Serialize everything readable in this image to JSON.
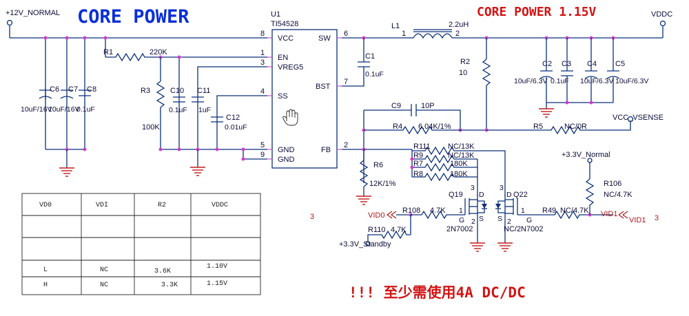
{
  "title": "CORE POWER",
  "title_right": "CORE POWER 1.15V",
  "warning": "!!! 至少需使用4A DC/DC",
  "nets": {
    "vin": "+12V_NORMAL",
    "vout": "VDDC",
    "vcc_sense": "VCC_VSENSE",
    "v33_normal": "+3.3V_Normal",
    "v33_standby": "+3.3V_Standby",
    "vid0": "VID0",
    "vid1": "VID1",
    "page_ref_left": "3",
    "page_ref_right": "3"
  },
  "ic": {
    "ref": "U1",
    "part": "TI54528",
    "pins_left": [
      {
        "num": "8",
        "name": "VCC"
      },
      {
        "num": "1",
        "name": "EN"
      },
      {
        "num": "3",
        "name": "VREG5"
      },
      {
        "num": "4",
        "name": "SS"
      },
      {
        "num": "5",
        "name": "GND"
      },
      {
        "num": "9",
        "name": "GND"
      }
    ],
    "pins_right": [
      {
        "num": "6",
        "name": "SW"
      },
      {
        "num": "7",
        "name": "BST"
      },
      {
        "num": "2",
        "name": "FB"
      }
    ]
  },
  "components": {
    "L1": {
      "ref": "L1",
      "value": "2.2uH",
      "p1": "1",
      "p2": "2"
    },
    "R1": {
      "ref": "R1",
      "value": "220K"
    },
    "R2": {
      "ref": "R2",
      "value": "10"
    },
    "R3": {
      "ref": "R3",
      "value": "100K"
    },
    "R4": {
      "ref": "R4",
      "value": "6.04K/1%"
    },
    "R5": {
      "ref": "R5",
      "value": "NC/0R"
    },
    "R6": {
      "ref": "R6",
      "value": "12K/1%"
    },
    "R7": {
      "ref": "R7",
      "value": "180K"
    },
    "R8": {
      "ref": "R8",
      "value": "180K"
    },
    "R9": {
      "ref": "R9",
      "value": "NC/13K"
    },
    "R111": {
      "ref": "R111",
      "value": "NC/13K"
    },
    "R49": {
      "ref": "R49",
      "value": "NC/4.7K"
    },
    "R106": {
      "ref": "R106",
      "value": "NC/4.7K"
    },
    "R108": {
      "ref": "R108",
      "value": "4.7K"
    },
    "R110": {
      "ref": "R110",
      "value": "4.7K"
    },
    "C1": {
      "ref": "C1",
      "value": "0.1uF"
    },
    "C2": {
      "ref": "C2",
      "value": "10uF/6.3V"
    },
    "C3": {
      "ref": "C3",
      "value": "0.1uF"
    },
    "C4": {
      "ref": "C4",
      "value": "10uF/6.3V"
    },
    "C5": {
      "ref": "C5",
      "value": "10uF/6.3V"
    },
    "C6": {
      "ref": "C6",
      "value": "10uF/16V"
    },
    "C7": {
      "ref": "C7",
      "value": "10uF/16V"
    },
    "C8": {
      "ref": "C8",
      "value": "0.1uF"
    },
    "C9": {
      "ref": "C9",
      "value": "10P"
    },
    "C10": {
      "ref": "C10",
      "value": "0.1uF"
    },
    "C11": {
      "ref": "C11",
      "value": "1uF"
    },
    "C12": {
      "ref": "C12",
      "value": "0.01uF"
    },
    "Q19": {
      "ref": "Q19",
      "value": "2N7002",
      "pin3": "3",
      "pinD": "D",
      "pin1": "1",
      "pinG": "G",
      "pin2": "2",
      "pinS": "S"
    },
    "Q22": {
      "ref": "Q22",
      "value": "NC/2N7002",
      "pin3": "3",
      "pinD": "D",
      "pin1": "1",
      "pinG": "G",
      "pin2": "2",
      "pinS": "S"
    }
  },
  "table": {
    "headers": [
      "VD0",
      "VDI",
      "R2",
      "VDDC"
    ],
    "rows": [
      [
        "",
        "",
        "",
        ""
      ],
      [
        "",
        "",
        "",
        ""
      ],
      [
        "L",
        "NC",
        "3.6K",
        "1.10V"
      ],
      [
        "H",
        "NC",
        "3.3K",
        "1.15V"
      ]
    ]
  }
}
